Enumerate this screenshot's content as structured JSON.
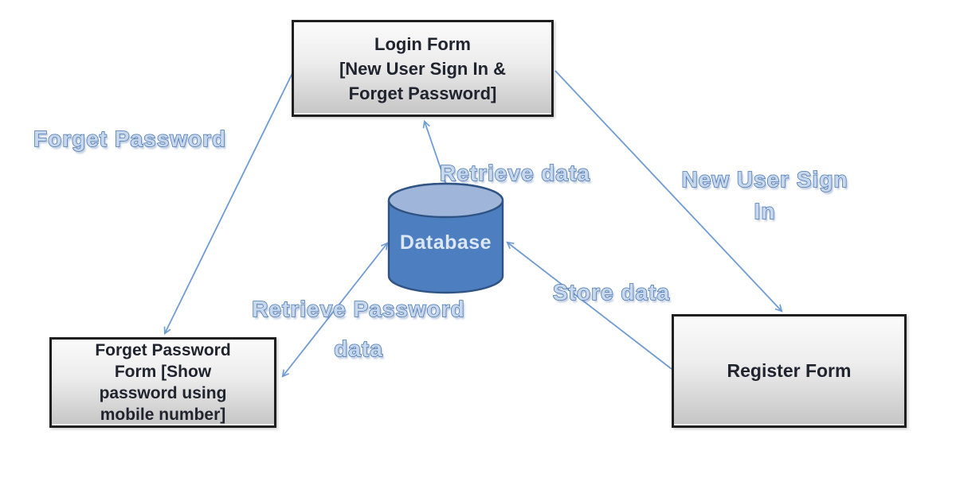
{
  "diagram": {
    "title": "Login / Register / Forget Password data flow",
    "nodes": {
      "login_form": {
        "label": "Login Form\n[New User Sign In &\nForget Password]"
      },
      "database": {
        "label": "Database"
      },
      "forget_password_form": {
        "label": "Forget Password\nForm [Show\npassword using\nmobile number]"
      },
      "register_form": {
        "label": "Register Form"
      }
    },
    "edges": {
      "forget_password": {
        "label": "Forget Password",
        "from": "login_form",
        "to": "forget_password_form",
        "bidirectional": false
      },
      "retrieve_data": {
        "label": "Retrieve  data",
        "from": "database",
        "to": "login_form",
        "bidirectional": false
      },
      "new_user_sign_in": {
        "label": "New User Sign\nIn",
        "from": "login_form",
        "to": "register_form",
        "bidirectional": false
      },
      "retrieve_password_data": {
        "label": "Retrieve  Password\ndata",
        "from": "forget_password_form",
        "to": "database",
        "bidirectional": true
      },
      "store_data": {
        "label": "Store  data",
        "from": "register_form",
        "to": "database",
        "bidirectional": false
      }
    },
    "colors": {
      "box_fill_top": "#fbfbfb",
      "box_fill_bottom": "#c5c5c5",
      "box_border": "#1f1f1f",
      "box_text": "#20242e",
      "cylinder_body": "#4d7ec0",
      "cylinder_top": "#9fb6da",
      "cylinder_border": "#2f5383",
      "cylinder_text": "#dbe7f4",
      "arrow": "#6f9bd2",
      "edge_label_fill": "#c8d8ec",
      "edge_label_outline": "#4273b0"
    }
  }
}
